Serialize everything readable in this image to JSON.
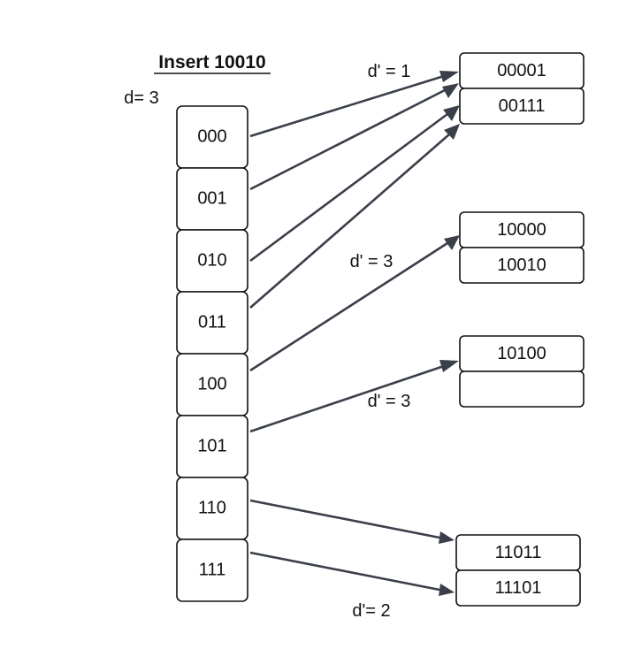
{
  "title": "Insert 10010",
  "global_depth_label": "d= 3",
  "directory": [
    "000",
    "001",
    "010",
    "011",
    "100",
    "101",
    "110",
    "111"
  ],
  "buckets": [
    {
      "slots": [
        "00001",
        "00111"
      ],
      "depth_label": "d' = 1"
    },
    {
      "slots": [
        "10000",
        "10010"
      ],
      "depth_label": "d' = 3"
    },
    {
      "slots": [
        "10100",
        ""
      ],
      "depth_label": "d' = 3"
    },
    {
      "slots": [
        "11011",
        "11101"
      ],
      "depth_label": "d'= 2"
    }
  ],
  "pointers": [
    {
      "from": 0,
      "bucket": 0
    },
    {
      "from": 1,
      "bucket": 0
    },
    {
      "from": 2,
      "bucket": 0
    },
    {
      "from": 3,
      "bucket": 0
    },
    {
      "from": 4,
      "bucket": 1
    },
    {
      "from": 5,
      "bucket": 2
    },
    {
      "from": 6,
      "bucket": 3
    },
    {
      "from": 7,
      "bucket": 3
    }
  ]
}
